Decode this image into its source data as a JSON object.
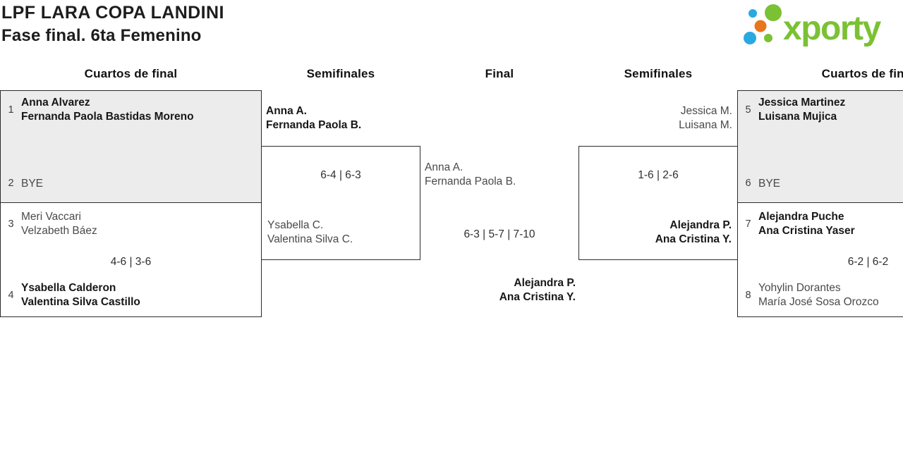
{
  "header": {
    "title_line1": "LPF LARA COPA LANDINI",
    "title_line2": "Fase final. 6ta Femenino",
    "logo_text": "xporty"
  },
  "colors": {
    "logo_green": "#7ac134",
    "logo_blue": "#2aa9e0",
    "logo_orange": "#e8761d",
    "box_border": "#2b2b2b",
    "bye_box_bg": "#ececec",
    "winner_text": "#171717",
    "loser_text": "#4a4a4a"
  },
  "rounds": [
    "Cuartos de final",
    "Semifinales",
    "Final",
    "Semifinales",
    "Cuartos de final"
  ],
  "matches": {
    "qf1": {
      "seed_top": "1",
      "top1": "Anna Alvarez",
      "top2": "Fernanda Paola Bastidas Moreno",
      "seed_bottom": "2",
      "bottom1": "BYE"
    },
    "qf2": {
      "seed_top": "3",
      "top1": "Meri Vaccari",
      "top2": "Velzabeth Báez",
      "score": "4-6 | 3-6",
      "seed_bottom": "4",
      "bottom1": "Ysabella Calderon",
      "bottom2": "Valentina Silva Castillo"
    },
    "sf_left": {
      "top1": "Anna A.",
      "top2": "Fernanda Paola B.",
      "score": "6-4 | 6-3",
      "bottom1": "Ysabella C.",
      "bottom2": "Valentina Silva C."
    },
    "final": {
      "top1": "Anna A.",
      "top2": "Fernanda Paola B.",
      "score": "6-3 | 5-7 | 7-10",
      "bottom1": "Alejandra P.",
      "bottom2": "Ana Cristina Y."
    },
    "sf_right": {
      "top1": "Jessica M.",
      "top2": "Luisana M.",
      "score": "1-6 | 2-6",
      "bottom1": "Alejandra P.",
      "bottom2": "Ana Cristina Y."
    },
    "qf3": {
      "seed_top": "5",
      "top1": "Jessica Martinez",
      "top2": "Luisana Mujica",
      "seed_bottom": "6",
      "bottom1": "BYE"
    },
    "qf4": {
      "seed_top": "7",
      "top1": "Alejandra Puche",
      "top2": "Ana Cristina Yaser",
      "score": "6-2 | 6-2",
      "seed_bottom": "8",
      "bottom1": "Yohylin Dorantes",
      "bottom2": "María José Sosa Orozco"
    }
  }
}
